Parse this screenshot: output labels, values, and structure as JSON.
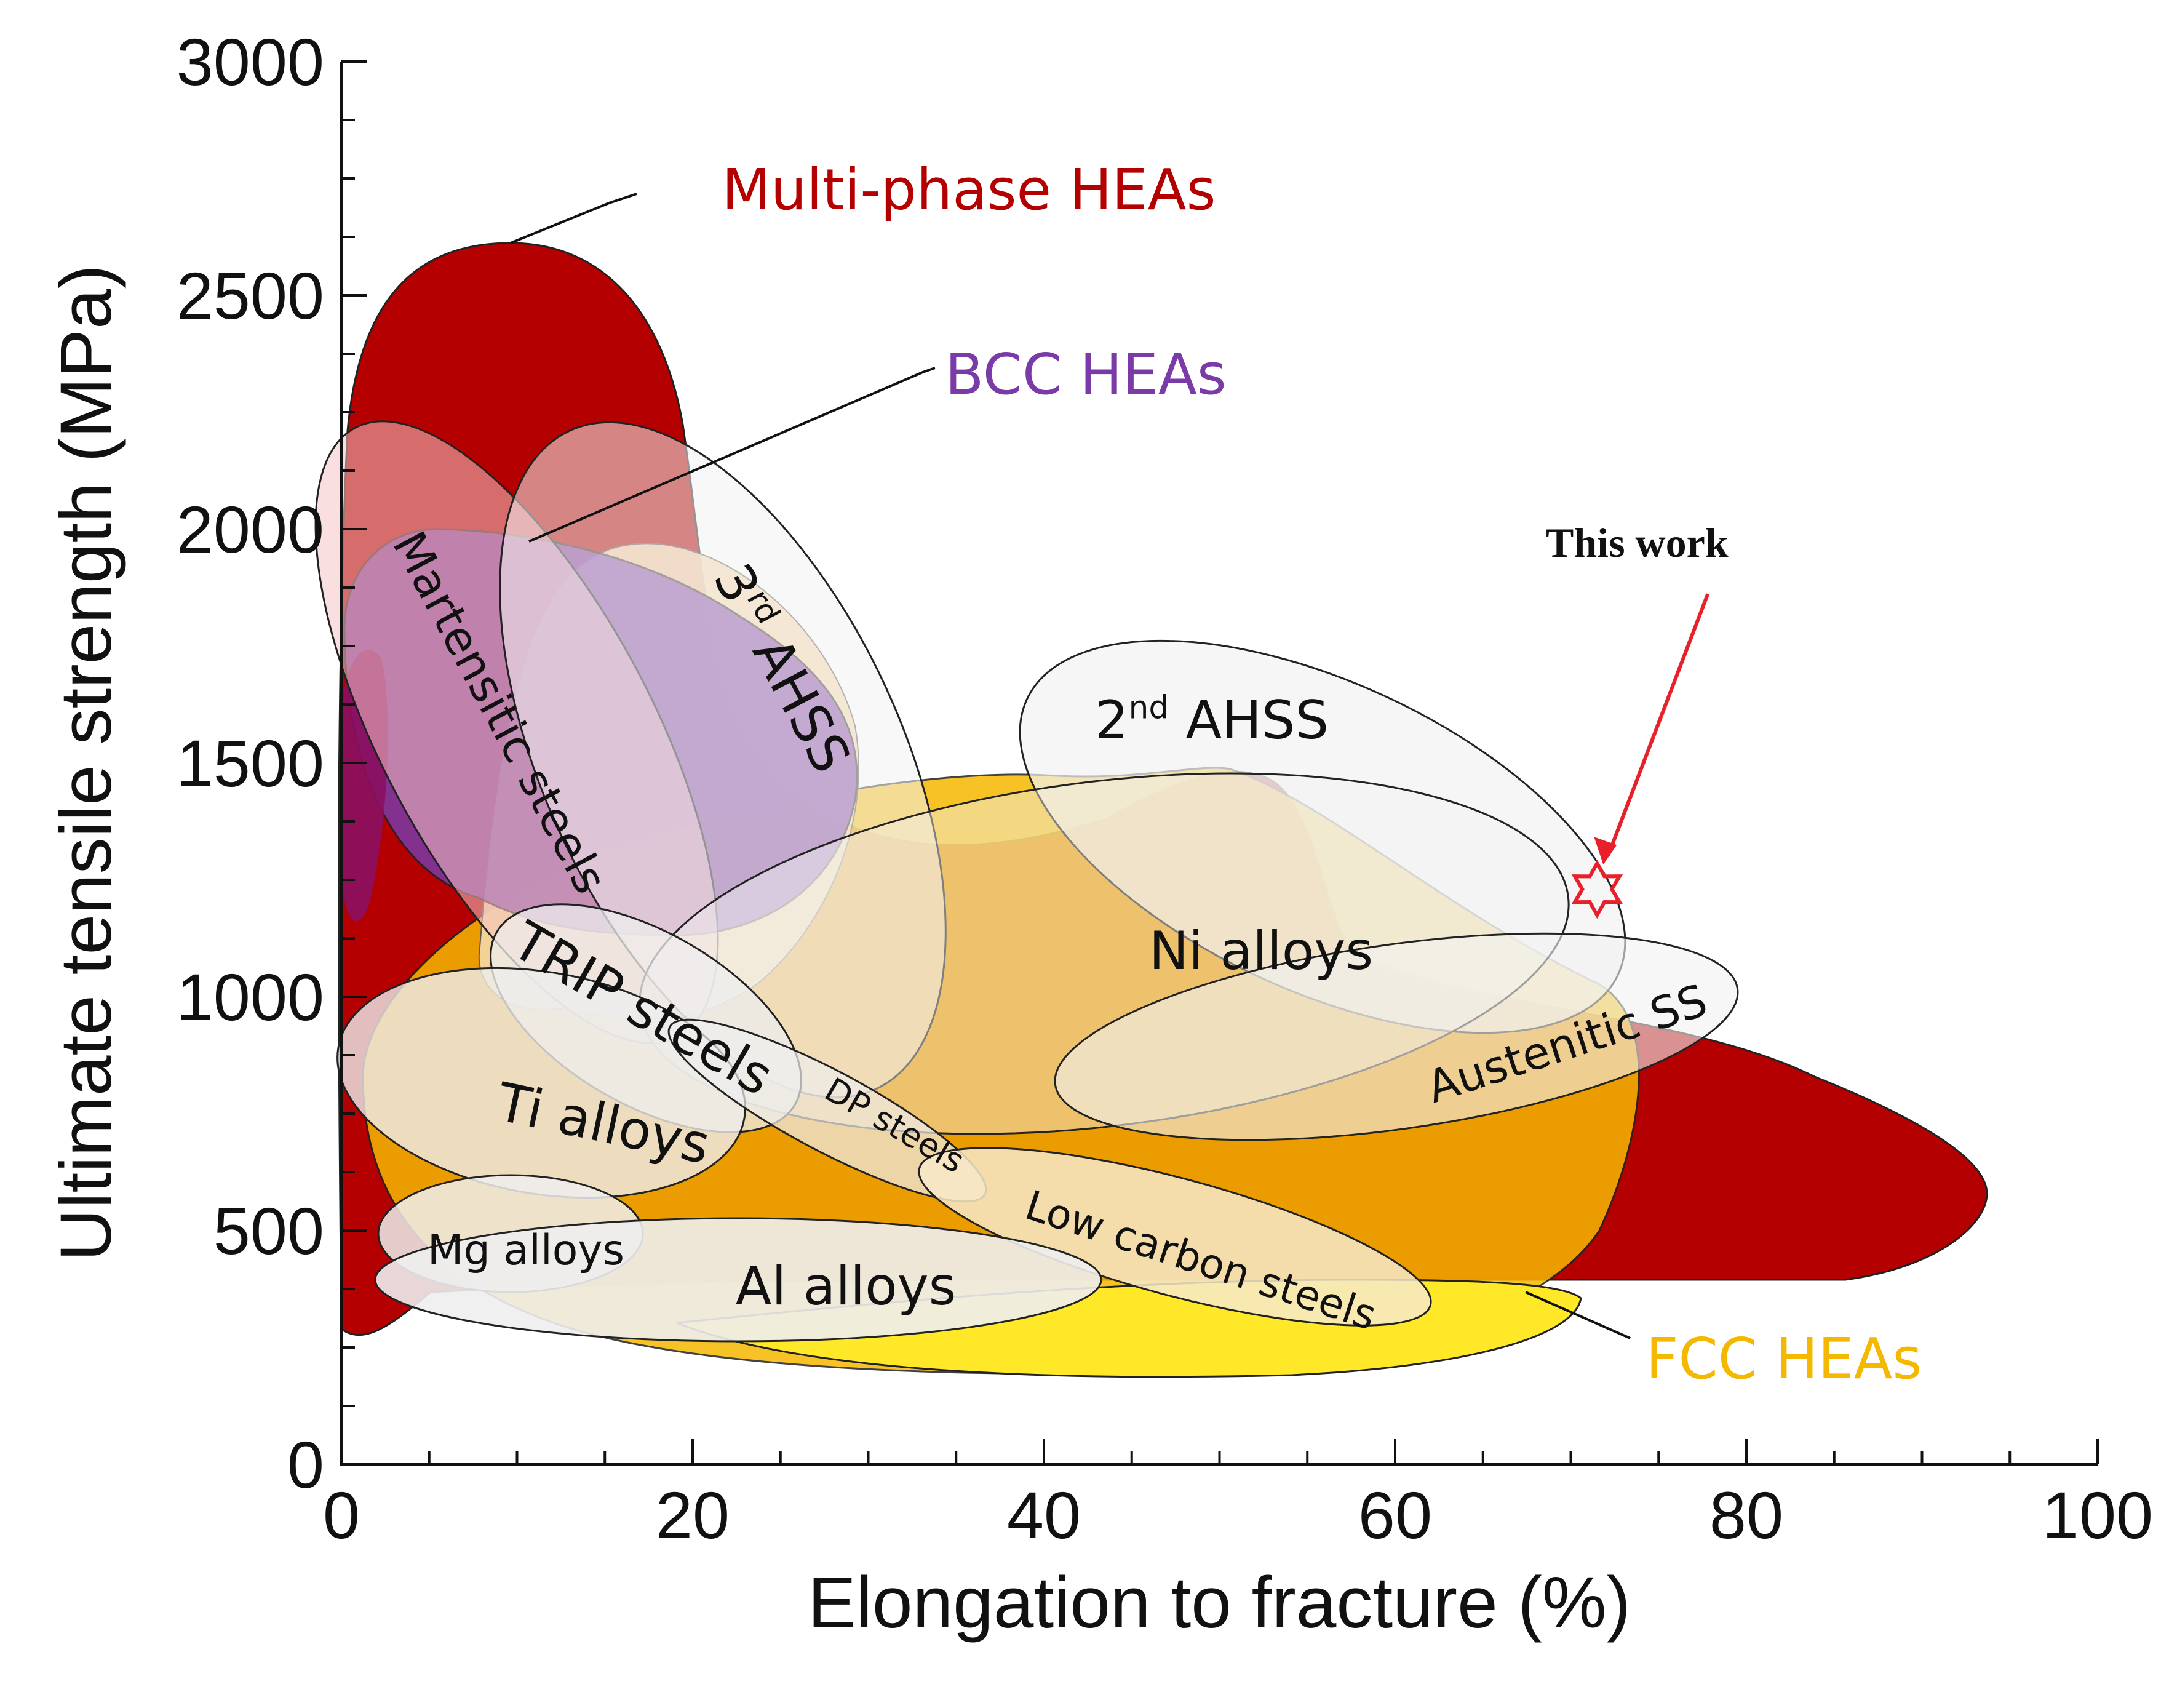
{
  "chart_data": {
    "type": "scatter",
    "title": "",
    "xlabel": "Elongation to fracture (%)",
    "ylabel": "Ultimate tensile strength (MPa)",
    "xlim": [
      0,
      100
    ],
    "ylim": [
      0,
      3000
    ],
    "x_ticks": [
      "0",
      "20",
      "40",
      "60",
      "80",
      "100"
    ],
    "y_ticks": [
      "0",
      "500",
      "1000",
      "1500",
      "2000",
      "2500",
      "3000"
    ],
    "grid": false,
    "regions": [
      {
        "key": "multi",
        "label": "Multi-phase HEAs",
        "color": "#b40000"
      },
      {
        "key": "bcc",
        "label": "BCC HEAs",
        "color": "#7a3aa8"
      },
      {
        "key": "fcc",
        "label": "FCC HEAs",
        "color": "#f5b800"
      },
      {
        "key": "martensitic",
        "label": "Martensitic steels"
      },
      {
        "key": "ahss3",
        "label_main": "3",
        "label_sup": "rd",
        "label_rest": " AHSS"
      },
      {
        "key": "ahss2",
        "label_main": "2",
        "label_sup": "nd",
        "label_rest": " AHSS"
      },
      {
        "key": "ni",
        "label": "Ni alloys"
      },
      {
        "key": "austenitic",
        "label": "Austenitic SS"
      },
      {
        "key": "trip",
        "label": "TRIP steels"
      },
      {
        "key": "ti",
        "label": "Ti alloys"
      },
      {
        "key": "dp",
        "label": "DP steels"
      },
      {
        "key": "lowcarbon",
        "label": "Low carbon steels"
      },
      {
        "key": "mg",
        "label": "Mg alloys"
      },
      {
        "key": "al",
        "label": "Al alloys"
      }
    ],
    "highlight": {
      "label": "This work",
      "x": 71.5,
      "y": 1230,
      "color": "#e8202a"
    }
  }
}
